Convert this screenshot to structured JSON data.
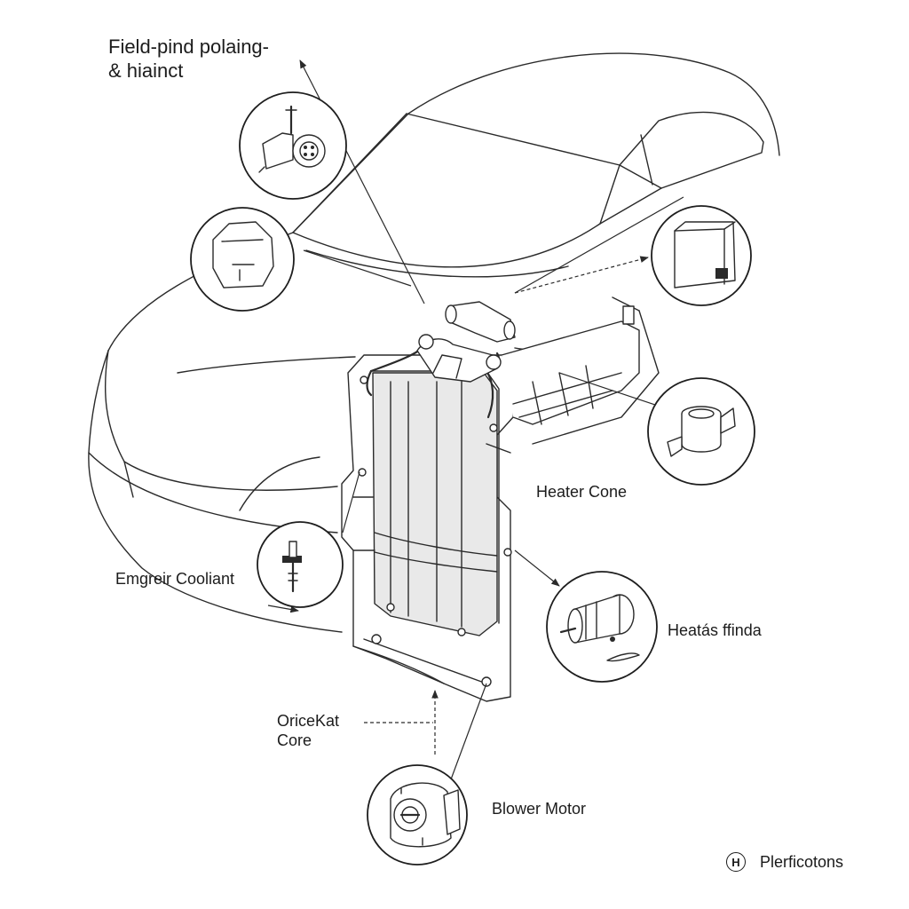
{
  "diagram": {
    "title_line1": "Field-pind polaing-",
    "title_line2": "& hiainct",
    "labels": {
      "heater_core": "Heater Cone",
      "engine_coolant": "Emgreir Cooliant",
      "heater_valve": "Heatás ffinda",
      "orifice_line1": "OriceKat",
      "orifice_line2": "Core",
      "blower_motor": "Blower Motor"
    },
    "footer": {
      "badge": "H",
      "text": "Plerficotons"
    }
  }
}
